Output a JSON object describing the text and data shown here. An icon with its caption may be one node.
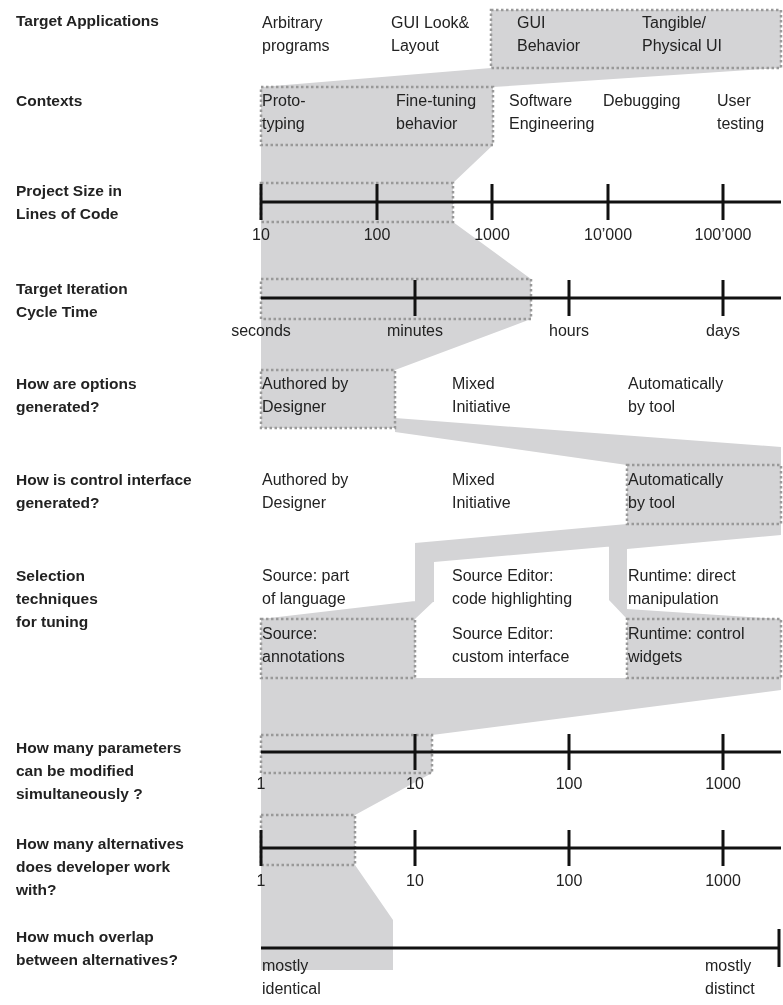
{
  "diagram": {
    "labels": [
      "Target Applications",
      "Arbitrary programs",
      "GUI Look& Layout",
      "GUI Behavior",
      "Tangible/ Physical UI",
      "Contexts",
      "Proto- typing",
      "Fine-tuning behavior",
      "Software Engineering",
      "Debugging",
      "User testing",
      "Project Size in Lines of Code",
      "10",
      "100",
      "1000",
      "10’000",
      "100’000",
      "Target Iteration Cycle Time",
      "seconds",
      "minutes",
      "hours",
      "days",
      "How are options generated?",
      "Authored by Designer",
      "Mixed Initiative",
      "Automatically by tool",
      "How is control interface generated?",
      "Authored by Designer",
      "Mixed Initiative",
      "Automatically by tool",
      "Selection techniques for tuning",
      "Source: part of language",
      "Source Editor: code highlighting",
      "Runtime: direct manipulation",
      "Source: annotations",
      "Source Editor: custom interface",
      "Runtime: control widgets",
      "How many parameters can be modified simultaneously ?",
      "1",
      "10",
      "100",
      "1000",
      "How many alternatives does developer work with?",
      "1",
      "10",
      "100",
      "1000",
      "How much overlap between alternatives?",
      "mostly identical",
      "mostly distinct"
    ]
  }
}
